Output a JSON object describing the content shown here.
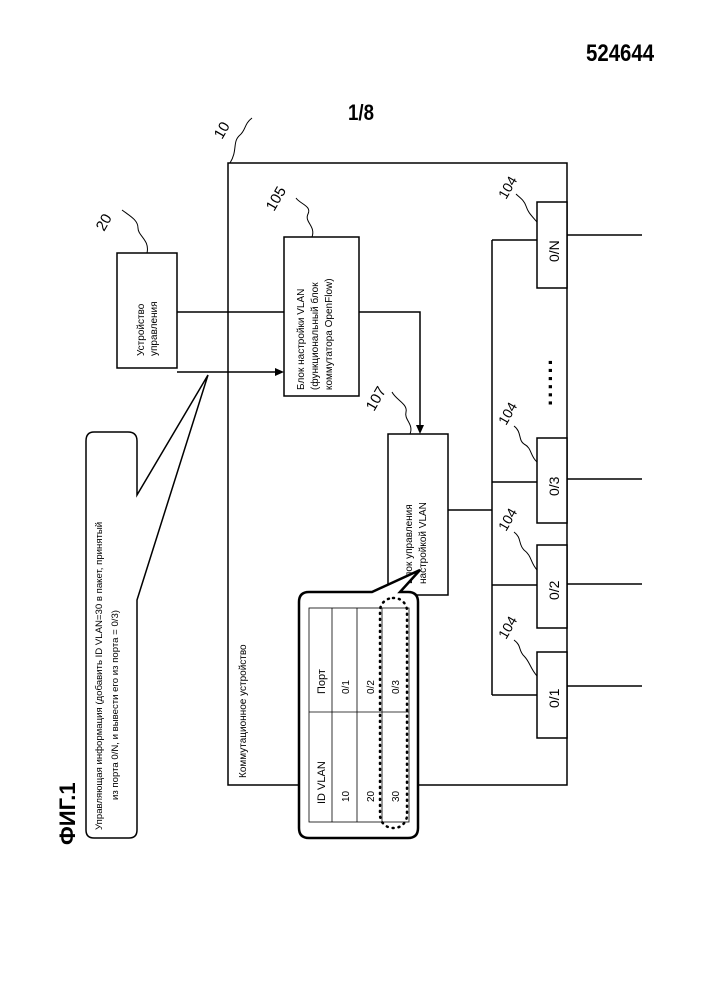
{
  "header": {
    "publication_number": "524644",
    "sheet": "1/8"
  },
  "figure": {
    "label": "ФИГ.1",
    "refs": {
      "switch": "10",
      "controller": "20",
      "vlan_config": "105",
      "vlan_control": "107",
      "ports": [
        "104",
        "104",
        "104",
        "104"
      ]
    },
    "switch_caption": "Коммутационное устройство",
    "controller": {
      "line1": "Устройство",
      "line2": "управления"
    },
    "vlan_config_block": {
      "line1": "Блок настройки VLAN",
      "line2": "(функциональный блок",
      "line3": "коммутатора OpenFlow)"
    },
    "vlan_control_block": {
      "line1": "Блок управления",
      "line2": "настройкой VLAN"
    },
    "control_info": {
      "line1": "Управляющая информация (добавить ID VLAN=30 в пакет, принятый",
      "line2": "из порта 0/N, и вывести его из порта = 0/3)"
    },
    "ports": [
      "0/1",
      "0/2",
      "0/3",
      "0/N"
    ],
    "ellipsis": "......",
    "table": {
      "headers": [
        "ID VLAN",
        "Порт"
      ],
      "rows": [
        [
          "10",
          "0/1"
        ],
        [
          "20",
          "0/2"
        ],
        [
          "30",
          "0/3"
        ]
      ]
    }
  }
}
